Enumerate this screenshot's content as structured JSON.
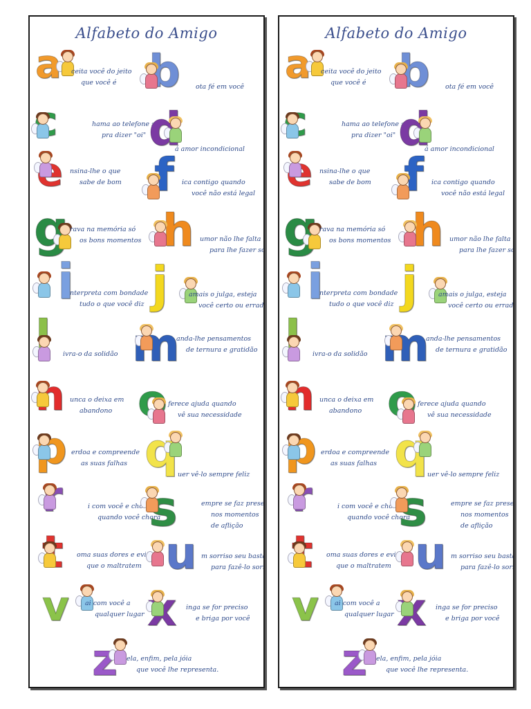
{
  "title": "Alfabeto do Amigo",
  "entries": [
    {
      "letter": "a",
      "color": "#f19a2c",
      "lines": [
        "ceita você do jeito",
        "que você é"
      ]
    },
    {
      "letter": "b",
      "color": "#6f8fd6",
      "lines": [
        "ota fé em você"
      ]
    },
    {
      "letter": "c",
      "color": "#2f9b4a",
      "lines": [
        "hama ao telefone só",
        "pra dizer \"oi\""
      ]
    },
    {
      "letter": "d",
      "color": "#7b3aa3",
      "lines": [
        "á amor incondicional"
      ]
    },
    {
      "letter": "e",
      "color": "#e0332f",
      "lines": [
        "nsina-lhe o que",
        "sabe de bom"
      ]
    },
    {
      "letter": "f",
      "color": "#2c63c4",
      "lines": [
        "ica contigo quando",
        "você não está legal"
      ]
    },
    {
      "letter": "g",
      "color": "#2a8b45",
      "lines": [
        "rava na memória só",
        "os bons momentos"
      ]
    },
    {
      "letter": "h",
      "color": "#ef8a1e",
      "lines": [
        "umor não lhe falta",
        "para lhe fazer sorrir"
      ]
    },
    {
      "letter": "i",
      "color": "#7aa0e0",
      "lines": [
        "nterpreta com bondade",
        "tudo o que você diz"
      ]
    },
    {
      "letter": "j",
      "color": "#f3d81f",
      "lines": [
        "amais o julga, esteja",
        "você certo ou errado"
      ]
    },
    {
      "letter": "l",
      "color": "#8cc04a",
      "lines": [
        "ivra-o da solidão"
      ]
    },
    {
      "letter": "m",
      "color": "#2f5fb8",
      "lines": [
        "anda-lhe pensamentos",
        "de ternura e gratidão"
      ]
    },
    {
      "letter": "n",
      "color": "#e22c2c",
      "lines": [
        "unca o deixa em",
        "abandono"
      ]
    },
    {
      "letter": "o",
      "color": "#2f9b4a",
      "lines": [
        "ferece ajuda quando",
        "vê sua necessidade"
      ]
    },
    {
      "letter": "p",
      "color": "#f0961e",
      "lines": [
        "erdoa e compreende",
        "as suas falhas"
      ]
    },
    {
      "letter": "q",
      "color": "#f2e34a",
      "lines": [
        "uer vê-lo sempre feliz"
      ]
    },
    {
      "letter": "r",
      "color": "#8a4fb5",
      "lines": [
        "i com você e chora",
        "quando você chora"
      ]
    },
    {
      "letter": "s",
      "color": "#2f8e45",
      "lines": [
        "empre se faz presente",
        "nos momentos",
        "de aflição"
      ]
    },
    {
      "letter": "t",
      "color": "#e0332f",
      "lines": [
        "oma suas dores e evita",
        "que o maltratem"
      ]
    },
    {
      "letter": "u",
      "color": "#5b78c9",
      "lines": [
        "m sorriso seu basta",
        "para fazê-lo sorrir"
      ]
    },
    {
      "letter": "v",
      "color": "#8bc34a",
      "lines": [
        "ai com você a",
        "qualquer lugar"
      ]
    },
    {
      "letter": "x",
      "color": "#7b3aa3",
      "lines": [
        "inga se for preciso",
        "e briga por você"
      ]
    },
    {
      "letter": "z",
      "color": "#9b59c9",
      "lines": [
        "ela, enfim, pela jóia",
        "que você lhe representa."
      ]
    }
  ],
  "colors": {
    "text": "#2e4a8a",
    "border": "#1a1a1a"
  }
}
